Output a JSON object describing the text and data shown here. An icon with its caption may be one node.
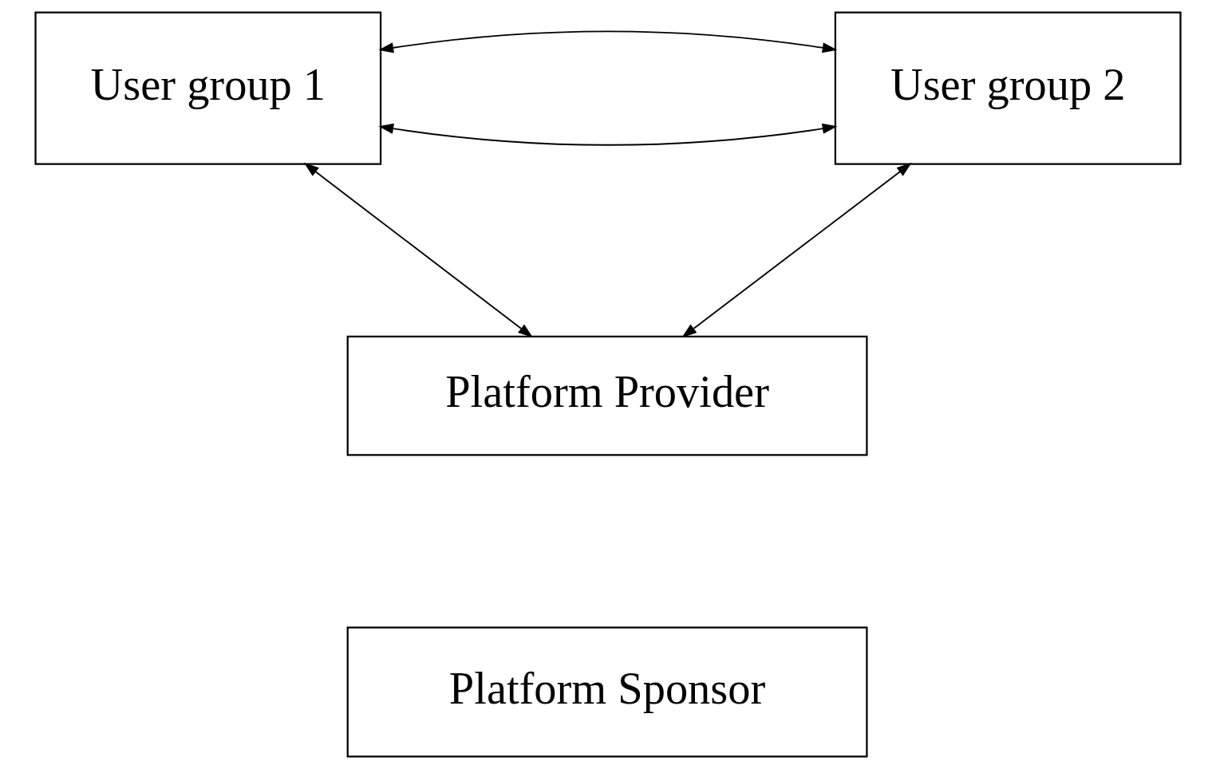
{
  "diagram": {
    "nodes": [
      {
        "text": [
          "User group 1"
        ]
      },
      {
        "text": [
          "User group 2"
        ]
      },
      {
        "text": [
          "Platform Provider"
        ]
      },
      {
        "text": [
          "Platform Sponsor"
        ]
      }
    ],
    "edges": [
      {
        "from": 0,
        "to": 1,
        "arrow": "both"
      },
      {
        "from": 0,
        "to": 1,
        "arrow": "both"
      },
      {
        "from": 0,
        "to": 2,
        "arrow": "both"
      },
      {
        "from": 1,
        "to": 2,
        "arrow": "both"
      }
    ]
  }
}
